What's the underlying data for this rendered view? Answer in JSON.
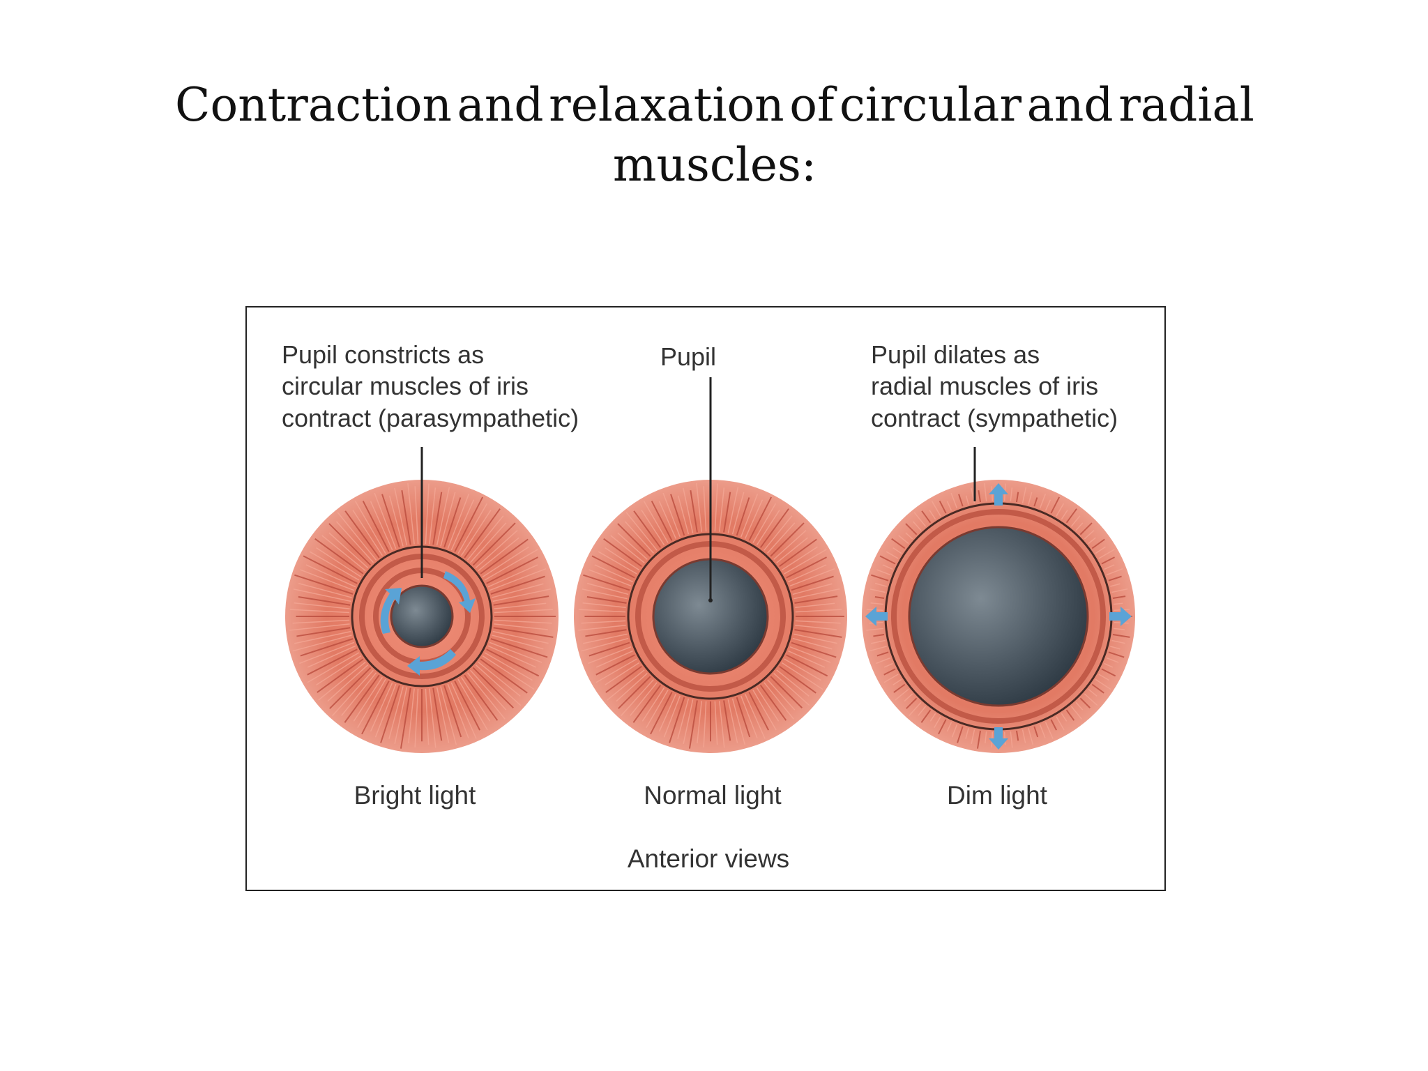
{
  "title": {
    "line1": [
      "Contraction",
      "and",
      "relaxation",
      "of",
      "circular",
      "and",
      "radial"
    ],
    "line2": "muscles:"
  },
  "figure": {
    "labels": {
      "constrict": [
        "Pupil constricts as",
        "circular muscles of iris",
        "contract (parasympathetic)"
      ],
      "pupil": "Pupil",
      "dilate": [
        "Pupil dilates as",
        "radial muscles of iris",
        "contract (sympathetic)"
      ]
    },
    "panels": [
      {
        "caption": "Bright light"
      },
      {
        "caption": "Normal light"
      },
      {
        "caption": "Dim light"
      }
    ],
    "footer": "Anterior views",
    "colors": {
      "iris": "#e07a66",
      "iris_dark": "#b8493b",
      "pupil": "#3f4b55",
      "arrow": "#5aa3d6"
    }
  }
}
